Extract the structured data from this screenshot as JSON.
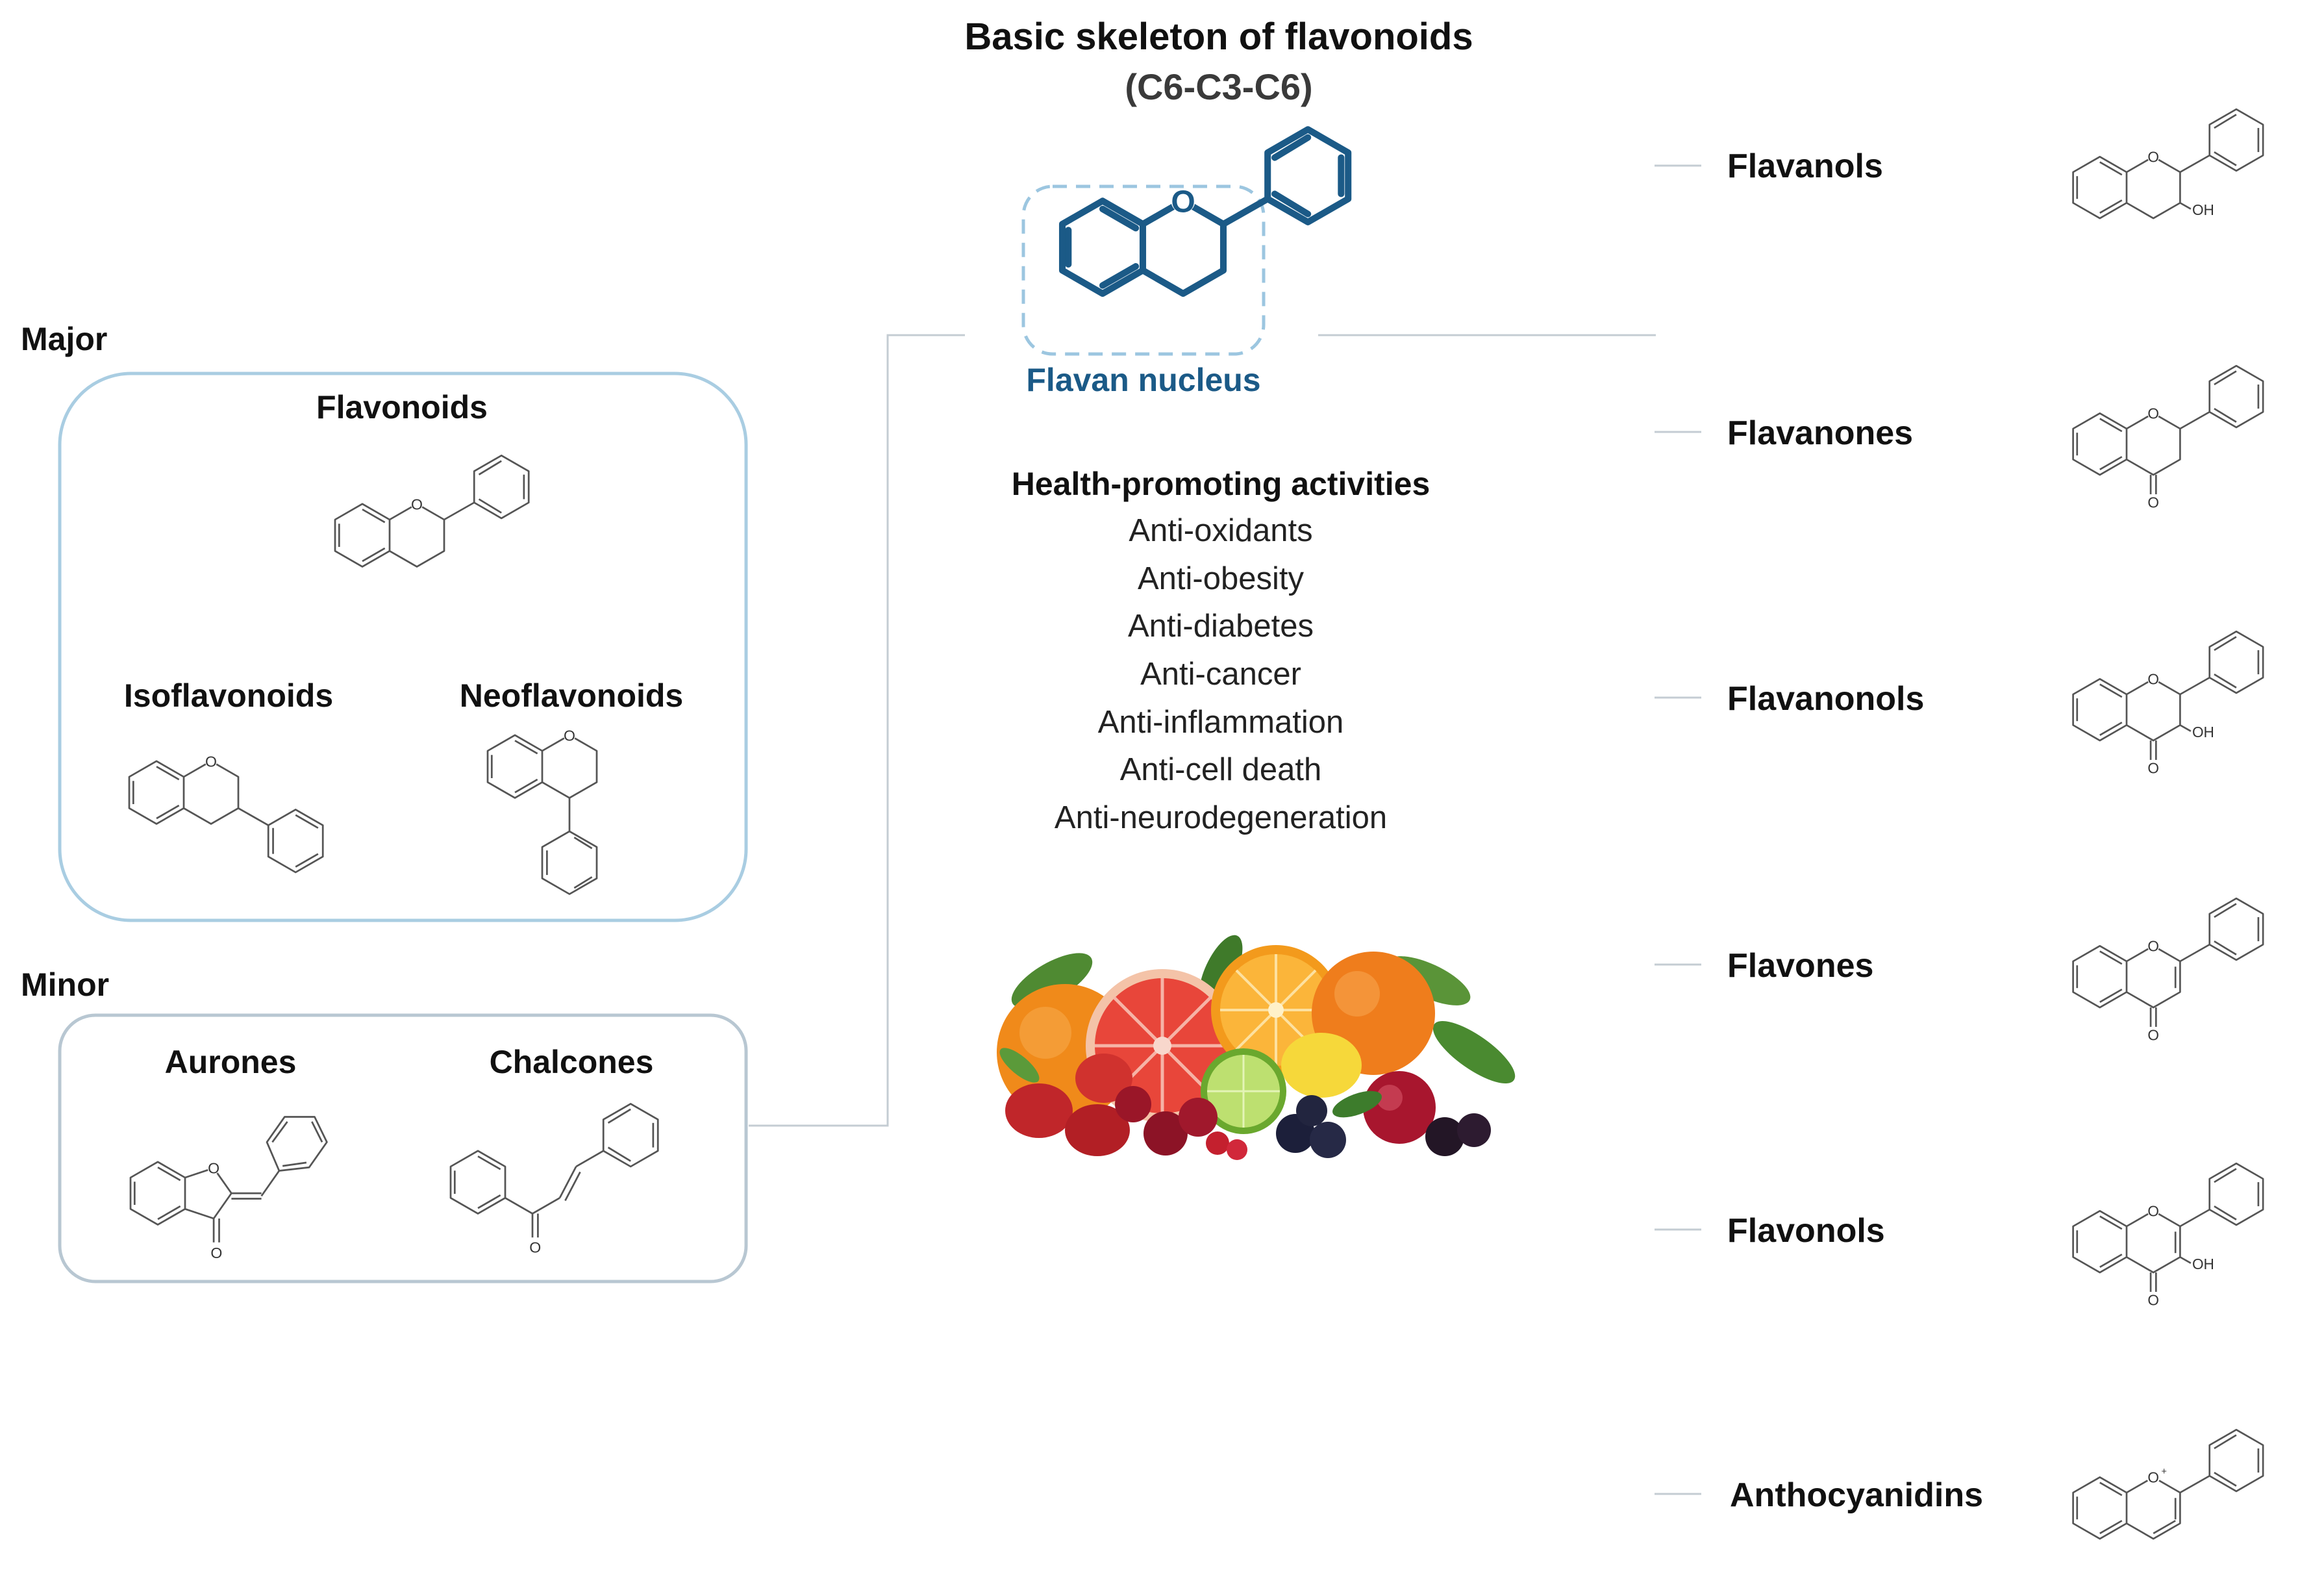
{
  "title": "Basic skeleton of flavonoids",
  "subtitle": "(C6-C3-C6)",
  "nucleus": {
    "label": "Flavan nucleus",
    "color": "#1b5a87",
    "box_color": "#9cc6e0"
  },
  "major": {
    "label": "Major",
    "box_color": "#a9cde2",
    "flavonoids": "Flavonoids",
    "isoflavonoids": "Isoflavonoids",
    "neoflavonoids": "Neoflavonoids"
  },
  "minor": {
    "label": "Minor",
    "box_color": "#b8c7d2",
    "aurones": "Aurones",
    "chalcones": "Chalcones"
  },
  "health": {
    "title": "Health-promoting activities",
    "items": [
      "Anti-oxidants",
      "Anti-obesity",
      "Anti-diabetes",
      "Anti-cancer",
      "Anti-inflammation",
      "Anti-cell death",
      "Anti-neurodegeneration"
    ]
  },
  "classes": [
    {
      "name": "Flavanols",
      "icon": "flavanol-structure-icon"
    },
    {
      "name": "Flavanones",
      "icon": "flavanone-structure-icon"
    },
    {
      "name": "Flavanonols",
      "icon": "flavanonol-structure-icon"
    },
    {
      "name": "Flavones",
      "icon": "flavone-structure-icon"
    },
    {
      "name": "Flavonols",
      "icon": "flavonol-structure-icon"
    },
    {
      "name": "Anthocyanidins",
      "icon": "anthocyanidin-structure-icon"
    }
  ],
  "atoms": {
    "oxygen": "O",
    "hydroxyl": "OH",
    "oxonium": "O+"
  },
  "fruit_icon": "fruit-and-berries-illustration-icon",
  "line_color": "#c4ccd3"
}
